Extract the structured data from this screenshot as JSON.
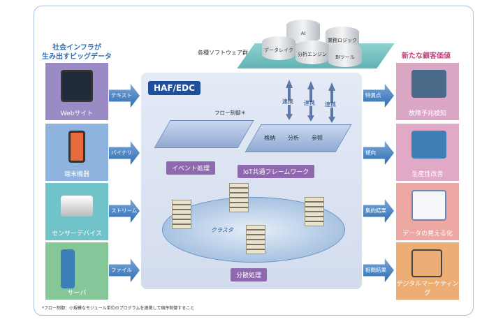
{
  "left": {
    "title_line1": "社会インフラが",
    "title_line2": "生み出すビッグデータ",
    "items": [
      {
        "label": "Webサイト",
        "arrow": "テキスト",
        "color": "#9b8bc4"
      },
      {
        "label": "端末機器",
        "arrow": "バイナリ",
        "color": "#8fb3df"
      },
      {
        "label": "センサーデバイス",
        "arrow": "ストリーム",
        "color": "#6fc3c9"
      },
      {
        "label": "サーバ",
        "arrow": "ファイル",
        "color": "#86c79a"
      }
    ]
  },
  "software": {
    "title": "各種ソフトウェア群",
    "items": [
      "AI",
      "業務ロジック",
      "データレイク",
      "分析エンジン",
      "BIツール"
    ]
  },
  "center": {
    "title": "HAF/EDC",
    "flow_control": "フロー制御＊",
    "link": "連携",
    "framework_cells": [
      "格納",
      "分析",
      "参照"
    ],
    "event_processing": "イベント処理",
    "iot_framework": "IoT共通フレームワーク",
    "cluster": "クラスタ",
    "distributed": "分散処理"
  },
  "right": {
    "title": "新たな顧客価値",
    "items": [
      {
        "label": "故障予兆検知",
        "arrow": "特異点",
        "color": "#d9a7c4"
      },
      {
        "label": "生産性改善",
        "arrow": "傾向",
        "color": "#e0a9c6"
      },
      {
        "label": "データの見える化",
        "arrow": "集約結果",
        "color": "#eea8a3"
      },
      {
        "label": "デジタルマーケティング",
        "arrow": "相関結果",
        "color": "#ecae74"
      }
    ]
  },
  "footnote": "*フロー制御：小規模なモジュール単位のプログラムを連携して順序制御すること"
}
